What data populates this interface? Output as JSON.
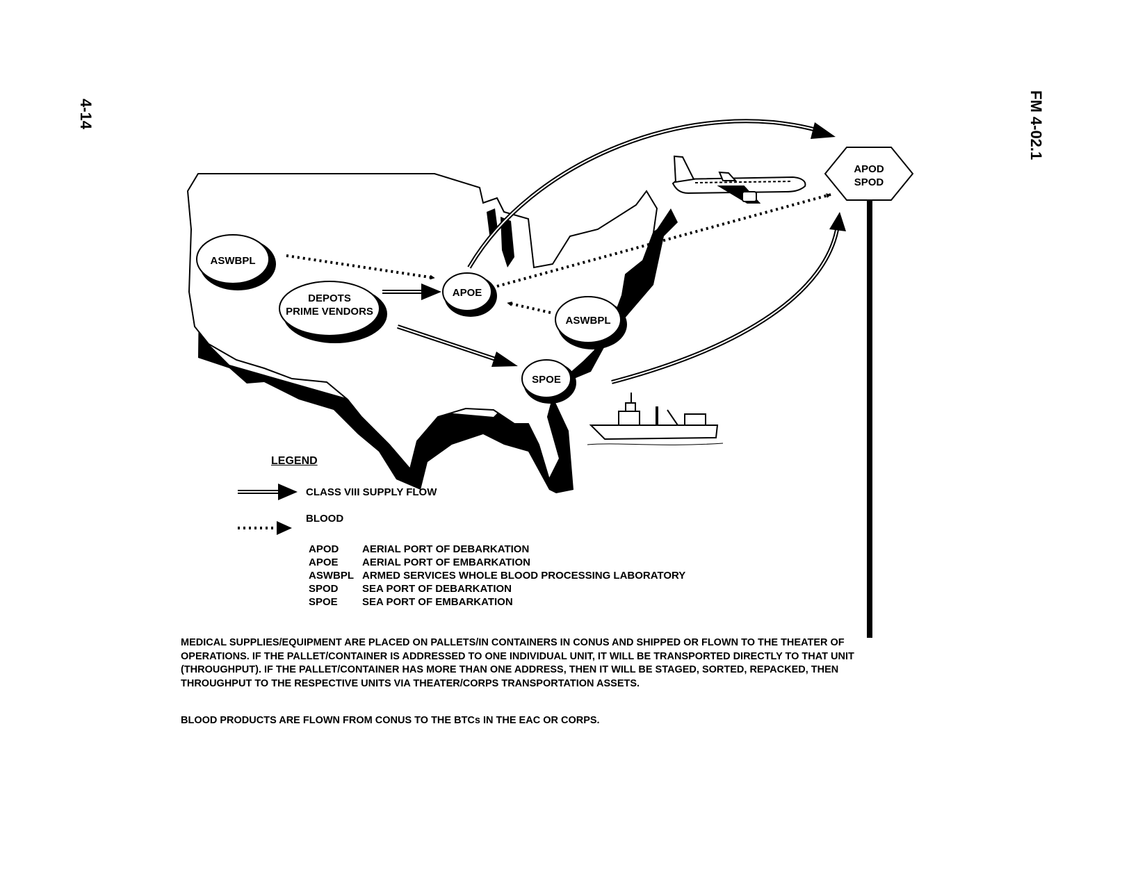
{
  "page": {
    "page_number": "4-14",
    "document_id": "FM 4-02.1"
  },
  "nodes": {
    "aswbpl_west": "ASWBPL",
    "depots_line1": "DEPOTS",
    "depots_line2": "PRIME VENDORS",
    "apoe": "APOE",
    "aswbpl_east": "ASWBPL",
    "spoe": "SPOE",
    "apod": "APOD",
    "spod": "SPOD"
  },
  "legend": {
    "title": "LEGEND",
    "supply_flow": "CLASS VIII SUPPLY FLOW",
    "blood": "BLOOD"
  },
  "abbreviations": [
    {
      "abbr": "APOD",
      "meaning": "AERIAL PORT OF DEBARKATION"
    },
    {
      "abbr": "APOE",
      "meaning": "AERIAL PORT OF EMBARKATION"
    },
    {
      "abbr": "ASWBPL",
      "meaning": "ARMED SERVICES WHOLE BLOOD PROCESSING LABORATORY"
    },
    {
      "abbr": "SPOD",
      "meaning": "SEA PORT OF DEBARKATION"
    },
    {
      "abbr": "SPOE",
      "meaning": "SEA PORT OF EMBARKATION"
    }
  ],
  "notes": {
    "paragraph1": "MEDICAL SUPPLIES/EQUIPMENT ARE PLACED ON PALLETS/IN CONTAINERS IN CONUS AND SHIPPED OR FLOWN TO THE THEATER OF OPERATIONS. IF THE PALLET/CONTAINER IS ADDRESSED TO ONE INDIVIDUAL UNIT, IT WILL BE TRANSPORTED DIRECTLY TO THAT UNIT (THROUGHPUT). IF THE PALLET/CONTAINER HAS MORE THAN ONE ADDRESS, THEN IT WILL BE STAGED, SORTED, REPACKED, THEN THROUGHPUT TO THE RESPECTIVE UNITS VIA THEATER/CORPS TRANSPORTATION ASSETS.",
    "paragraph2": "BLOOD PRODUCTS ARE FLOWN FROM CONUS TO THE BTCs IN THE EAC OR CORPS."
  },
  "colors": {
    "ink": "#000000",
    "paper": "#ffffff"
  }
}
